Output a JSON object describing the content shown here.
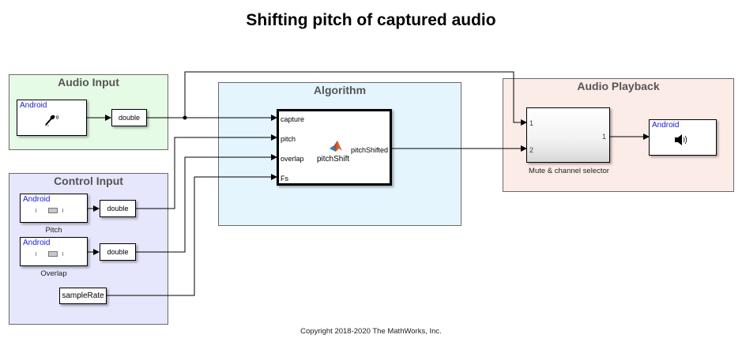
{
  "title": "Shifting pitch of captured audio",
  "copyright": "Copyright 2018-2020 The MathWorks, Inc.",
  "colors": {
    "audio_input_bg": "#e6fbe6",
    "control_input_bg": "#e6e6fc",
    "algorithm_bg": "#e4f5fd",
    "audio_playback_bg": "#fcece8",
    "android_label": "#1a1ad6"
  },
  "areas": {
    "audio_input": {
      "title": "Audio Input"
    },
    "control_input": {
      "title": "Control Input"
    },
    "algorithm": {
      "title": "Algorithm"
    },
    "audio_playback": {
      "title": "Audio Playback"
    }
  },
  "blocks": {
    "audio_capture": {
      "platform": "Android",
      "icon": "microphone-icon"
    },
    "capture_convert": {
      "label": "double"
    },
    "pitch_slider": {
      "platform": "Android",
      "caption": "Pitch",
      "icon": "slider-icon"
    },
    "pitch_convert": {
      "label": "double"
    },
    "overlap_slider": {
      "platform": "Android",
      "caption": "Overlap",
      "icon": "slider-icon"
    },
    "overlap_convert": {
      "label": "double"
    },
    "sample_rate": {
      "label": "sampleRate"
    },
    "pitch_shift": {
      "name": "pitchShift",
      "icon": "matlab-function-icon",
      "inputs": [
        "capture",
        "pitch",
        "overlap",
        "Fs"
      ],
      "outputs": [
        "pitchShifted"
      ]
    },
    "mute_selector": {
      "caption": "Mute & channel selector",
      "inputs": [
        "1",
        "2"
      ],
      "outputs": [
        "1"
      ]
    },
    "audio_playback": {
      "platform": "Android",
      "icon": "speaker-icon"
    }
  }
}
